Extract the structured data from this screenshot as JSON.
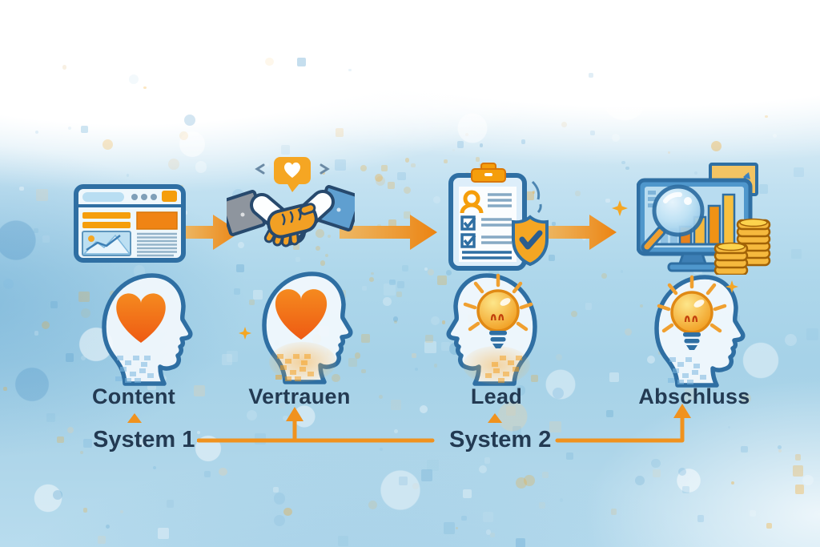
{
  "diagram": {
    "type": "marketing-funnel-flow",
    "stages": [
      {
        "label": "Content",
        "icon": "browser-window-icon",
        "mind_symbol": "heart"
      },
      {
        "label": "Vertrauen",
        "icon": "handshake-icon",
        "mind_symbol": "heart"
      },
      {
        "label": "Lead",
        "icon": "clipboard-checklist-icon",
        "mind_symbol": "lightbulb"
      },
      {
        "label": "Abschluss",
        "icon": "analytics-monitor-icon",
        "mind_symbol": "lightbulb"
      }
    ],
    "flow": {
      "direction": "left-to-right",
      "arrow_count": 3
    },
    "systems": [
      {
        "label": "System 1",
        "covers": [
          "Content",
          "Vertrauen"
        ]
      },
      {
        "label": "System 2",
        "covers": [
          "Lead",
          "Abschluss"
        ]
      }
    ],
    "colors": {
      "accent_orange": "#F0921E",
      "deep_orange": "#EE5A13",
      "gold": "#F6B93D",
      "outline_blue": "#2F6FA3",
      "navy_text": "#233A52",
      "light_blue": "#B9DEF2"
    }
  }
}
